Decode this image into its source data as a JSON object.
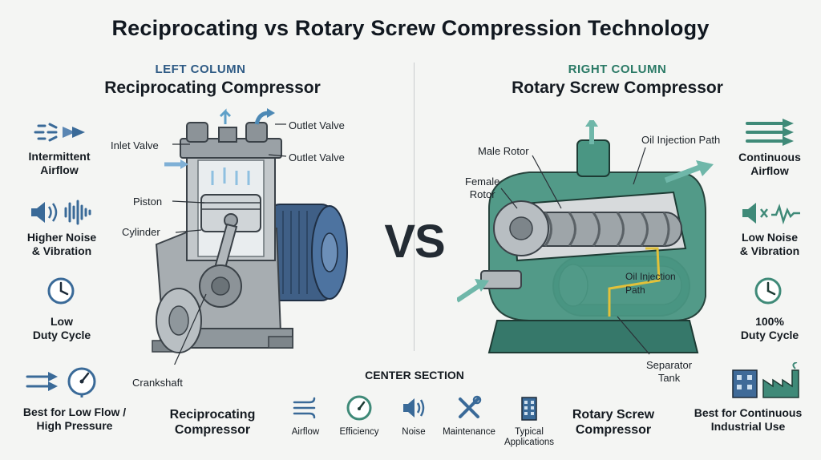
{
  "title": "Reciprocating vs Rotary Screw Compression Technology",
  "vs": "VS",
  "left": {
    "tag": "LEFT COLUMN",
    "heading": "Reciprocating Compressor",
    "footer": [
      "Reciprocating",
      "Compressor"
    ],
    "features": [
      {
        "icon": "intermittent-airflow-icon",
        "lines": [
          "Intermittent",
          "Airflow"
        ]
      },
      {
        "icon": "noise-vibration-icon",
        "lines": [
          "Higher Noise",
          "& Vibration"
        ]
      },
      {
        "icon": "clock-icon",
        "lines": [
          "Low",
          "Duty Cycle"
        ]
      },
      {
        "icon": "pressure-gauge-icon",
        "lines": [
          "Best for Low Flow /",
          "High Pressure"
        ]
      }
    ],
    "callouts": {
      "outlet_valve_top": "Outlet Valve",
      "inlet_valve": "Inlet Valve",
      "outlet_valve": "Outlet Valve",
      "piston": "Piston",
      "cylinder": "Cylinder",
      "crankshaft": "Crankshaft"
    }
  },
  "right": {
    "tag": "RIGHT COLUMN",
    "heading": "Rotary Screw Compressor",
    "footer": [
      "Rotary Screw",
      "Compressor"
    ],
    "features": [
      {
        "icon": "continuous-airflow-icon",
        "lines": [
          "Continuous",
          "Airflow"
        ]
      },
      {
        "icon": "low-noise-icon",
        "lines": [
          "Low Noise",
          "& Vibration"
        ]
      },
      {
        "icon": "clock-icon",
        "lines": [
          "100%",
          "Duty Cycle"
        ]
      },
      {
        "icon": "factory-icon",
        "lines": [
          "Best for Continuous",
          "Industrial Use"
        ]
      }
    ],
    "callouts": {
      "male_rotor": "Male Rotor",
      "oil_injection_path": "Oil Injection Path",
      "female_rotor": [
        "Female",
        "Rotor"
      ],
      "oil_injection_tank_label": [
        "Oil Injection",
        "Path"
      ],
      "separator_tank": [
        "Separator",
        "Tank"
      ]
    }
  },
  "center": {
    "title": "CENTER SECTION",
    "items": [
      {
        "icon": "airflow-icon",
        "label": "Airflow"
      },
      {
        "icon": "efficiency-gauge-icon",
        "label": "Efficiency"
      },
      {
        "icon": "speaker-icon",
        "label": "Noise"
      },
      {
        "icon": "wrench-screwdriver-icon",
        "label": "Maintenance"
      },
      {
        "icon": "building-icon",
        "label": "Typical Applications"
      }
    ]
  },
  "colors": {
    "blue_accent": "#2f5b85",
    "green_accent": "#2b7a66",
    "machine_grey": "#8f979c",
    "motor_blue": "#3f5f86",
    "teal_body": "#3f8a78",
    "arrow_teal": "#5fa6a2"
  }
}
